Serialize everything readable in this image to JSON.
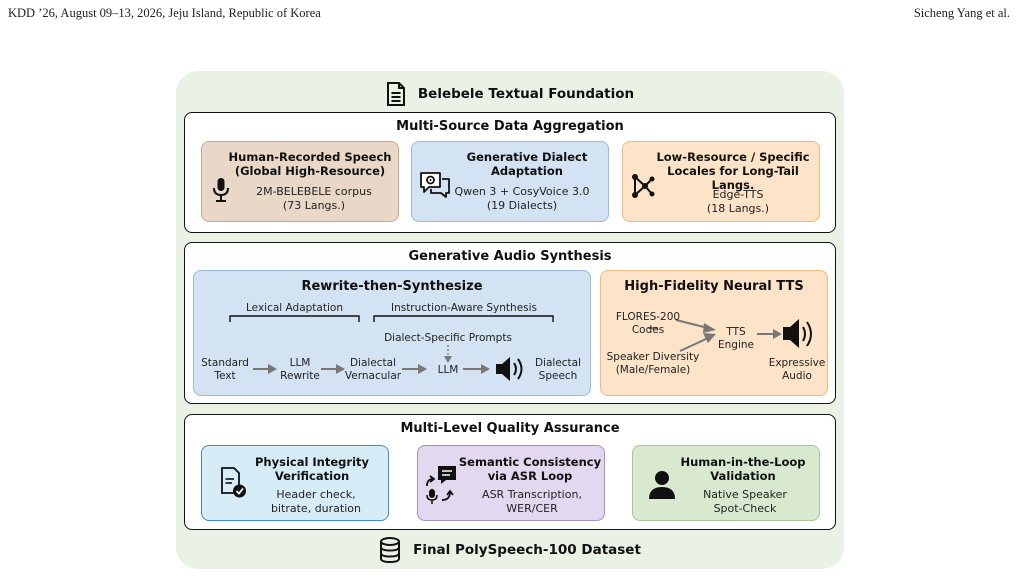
{
  "header": {
    "left": "KDD ’26, August 09–13, 2026, Jeju Island, Republic of Korea",
    "right": "Sicheng Yang et al."
  },
  "diagram": {
    "top_label": "Belebele Textual Foundation",
    "bottom_label": "Final PolySpeech-100 Dataset",
    "aggregation": {
      "title": "Multi-Source Data Aggregation",
      "human": {
        "title": [
          "Human-Recorded Speech",
          "(Global High-Resource)"
        ],
        "lines": [
          "2M-BELEBELE corpus",
          "(73 Langs.)"
        ],
        "icon": "microphone-icon"
      },
      "generative": {
        "title": [
          "Generative Dialect",
          "Adaptation"
        ],
        "lines": [
          "Qwen 3 + CosyVoice 3.0",
          "(19 Dialects)"
        ],
        "icon": "chat-gear-icon"
      },
      "lowres": {
        "title": [
          "Low-Resource / Specific",
          "Locales for Long-Tail Langs."
        ],
        "lines": [
          "Edge-TTS",
          "(18 Langs.)"
        ],
        "icon": "network-icon"
      }
    },
    "synthesis": {
      "title": "Generative Audio Synthesis",
      "rewrite": {
        "title": "Rewrite-then-Synthesize",
        "lexical": "Lexical Adaptation",
        "instruction": "Instruction-Aware Synthesis",
        "prompts": "Dialect-Specific Prompts",
        "flow": [
          [
            "Standard",
            "Text"
          ],
          [
            "LLM",
            "Rewrite"
          ],
          [
            "Dialectal",
            "Vernacular"
          ],
          [
            "LLM"
          ],
          [
            "Dialectal",
            "Speech"
          ]
        ]
      },
      "tts": {
        "title": "High-Fidelity Neural TTS",
        "flores": [
          "FLORES-200",
          "Codes"
        ],
        "speaker": [
          "Speaker Diversity",
          "(Male/Female)"
        ],
        "engine": [
          "TTS",
          "Engine"
        ],
        "audio": [
          "Expressive",
          "Audio"
        ]
      }
    },
    "qa": {
      "title": "Multi-Level Quality Assurance",
      "physical": {
        "title": [
          "Physical Integrity",
          "Verification"
        ],
        "lines": [
          "Header check,",
          "bitrate, duration"
        ],
        "icon": "document-check-icon"
      },
      "semantic": {
        "title": [
          "Semantic Consistency",
          "via ASR Loop"
        ],
        "lines": [
          "ASR Transcription,",
          "WER/CER"
        ],
        "icon": "asr-loop-icon"
      },
      "human": {
        "title": [
          "Human-in-the-Loop",
          "Validation"
        ],
        "lines": [
          "Native Speaker",
          "Spot-Check"
        ],
        "icon": "person-icon"
      }
    }
  }
}
